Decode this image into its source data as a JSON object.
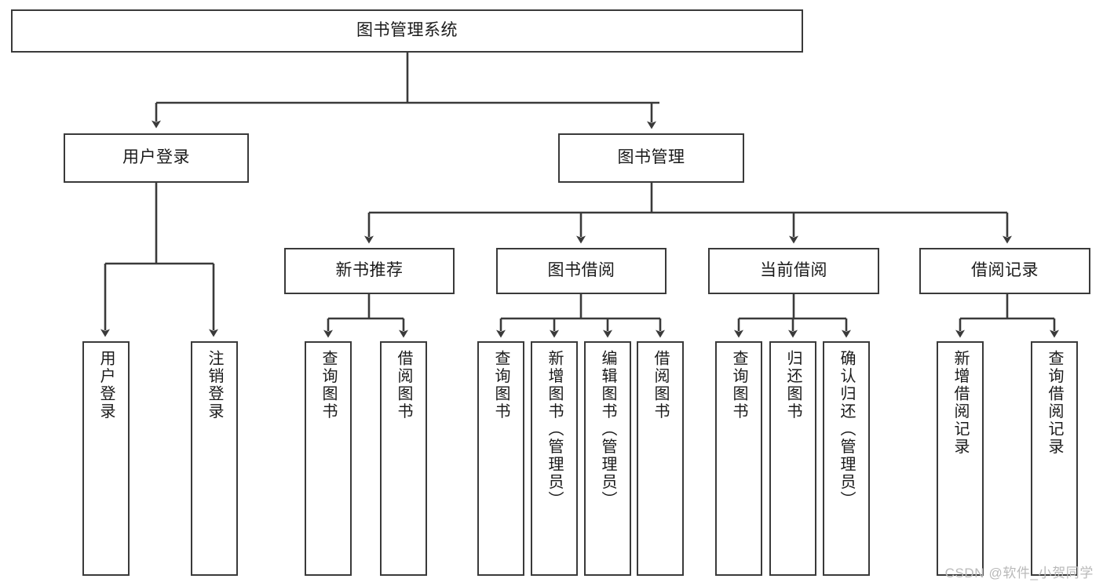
{
  "diagram": {
    "title": "图书管理系统",
    "type": "tree-hierarchy",
    "watermark": "CSDN @软件_小贺同学",
    "colors": {
      "stroke": "#3a3a3a",
      "box_fill": "#ffffff",
      "text": "#1a1a1a",
      "watermark": "#b9b9b9",
      "background": "#ffffff"
    },
    "nodes": {
      "root": {
        "label": "图书管理系统"
      },
      "level2": [
        {
          "id": "user-login",
          "label": "用户登录"
        },
        {
          "id": "book-manage",
          "label": "图书管理"
        }
      ],
      "level3": [
        {
          "id": "new-book-rec",
          "label": "新书推荐"
        },
        {
          "id": "book-borrow",
          "label": "图书借阅"
        },
        {
          "id": "current-borrow",
          "label": "当前借阅"
        },
        {
          "id": "borrow-record",
          "label": "借阅记录"
        }
      ],
      "leaves": {
        "user-login": [
          {
            "id": "leaf-user-login",
            "label": "用户登录"
          },
          {
            "id": "leaf-logout",
            "label": "注销登录"
          }
        ],
        "new-book-rec": [
          {
            "id": "leaf-query-book-1",
            "label": "查询图书"
          },
          {
            "id": "leaf-borrow-book-1",
            "label": "借阅图书"
          }
        ],
        "book-borrow": [
          {
            "id": "leaf-query-book-2",
            "label": "查询图书"
          },
          {
            "id": "leaf-add-book",
            "label": "新增图书（管理员）"
          },
          {
            "id": "leaf-edit-book",
            "label": "编辑图书（管理员）"
          },
          {
            "id": "leaf-borrow-book-2",
            "label": "借阅图书"
          }
        ],
        "current-borrow": [
          {
            "id": "leaf-query-book-3",
            "label": "查询图书"
          },
          {
            "id": "leaf-return-book",
            "label": "归还图书"
          },
          {
            "id": "leaf-confirm-return",
            "label": "确认归还（管理员）"
          }
        ],
        "borrow-record": [
          {
            "id": "leaf-add-record",
            "label": "新增借阅记录"
          },
          {
            "id": "leaf-query-record",
            "label": "查询借阅记录"
          }
        ]
      }
    }
  }
}
